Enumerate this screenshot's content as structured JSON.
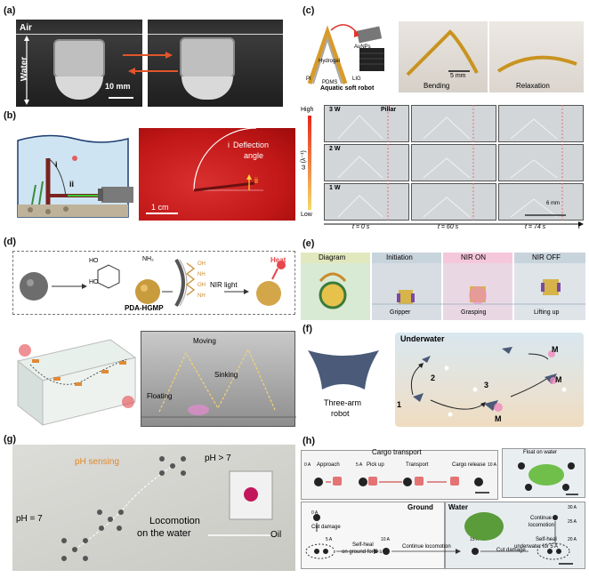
{
  "panels": {
    "a": {
      "label": "(a)",
      "air": "Air",
      "water": "Water",
      "scale": "10 mm"
    },
    "b": {
      "label": "(b)",
      "marker_i": "i",
      "marker_ii": "ii",
      "deflection_label": "Deflection",
      "deflection_angle": "angle",
      "photo_marker_i": "i",
      "photo_marker_ii": "ii",
      "scale": "1 cm"
    },
    "c": {
      "label": "(c)",
      "auNPs": "AuNPs",
      "hydrogel": "Hydrogel",
      "pi": "PI",
      "pdms": "PDMS",
      "lig": "LIG",
      "robot_caption": "Aquatic soft robot",
      "scale_top": "5 mm",
      "bending": "Bending",
      "relaxation": "Relaxation",
      "axis_high": "High",
      "axis_low": "Low",
      "axis_symbol": "ω (λ⁻¹)",
      "rows": [
        "3 W",
        "2 W",
        "1 W"
      ],
      "pillar": "Pillar",
      "scale_grid": "6 mm",
      "times": [
        "t = 0 s",
        "t = 60 s",
        "t = 74 s"
      ],
      "t_axis": "t"
    },
    "d": {
      "label": "(d)",
      "ho1": "HO",
      "ho2": "HO",
      "nh2": "NH₂",
      "oh1": "OH",
      "nh": "NH",
      "oh2": "OH",
      "nh3": "NH",
      "compound": "PDA-HGMP",
      "nir": "NIR light",
      "heat": "Heat",
      "moving": "Moving",
      "sinking": "Sinking",
      "floating": "Floating"
    },
    "e": {
      "label": "(e)",
      "headers": [
        "Diagram",
        "Initiation",
        "NIR ON",
        "NIR OFF"
      ],
      "captions": [
        "Gripper",
        "Grasping",
        "Lifting up"
      ]
    },
    "f": {
      "label": "(f)",
      "underwater": "Underwater",
      "robot": [
        "Three-arm",
        "robot"
      ],
      "steps": [
        "1",
        "2",
        "3"
      ],
      "m1": "M",
      "m2": "M",
      "m3": "M"
    },
    "g": {
      "label": "(g)",
      "ph_sensing": "pH sensing",
      "ph_high": "pH > 7",
      "ph_low": "pH = 7",
      "locomotion": [
        "Locomotion",
        "on the water"
      ],
      "oil": "Oil"
    },
    "h": {
      "label": "(h)",
      "cargo_title": "Cargo transport",
      "steps": [
        "Approach",
        "Pick up",
        "Transport",
        "Cargo release"
      ],
      "times_top": [
        "0 A",
        "5 A",
        "10 A"
      ],
      "float": "Float on water",
      "ground": "Ground",
      "water": "Water",
      "cut_damage": "Cut damage",
      "self_heal": [
        "Self-heal",
        "on ground for 2 s"
      ],
      "continue_loco": "Continue locomotion",
      "cut_damage2": "Cut damage",
      "continue_loco2": [
        "Continue",
        "locomotion"
      ],
      "self_heal2": [
        "Self-heal",
        "underwater for 5 A"
      ],
      "times_bottom": [
        "0 A",
        "5 A",
        "10 A",
        "15 A",
        "20 A",
        "25 A",
        "30 A"
      ]
    }
  }
}
